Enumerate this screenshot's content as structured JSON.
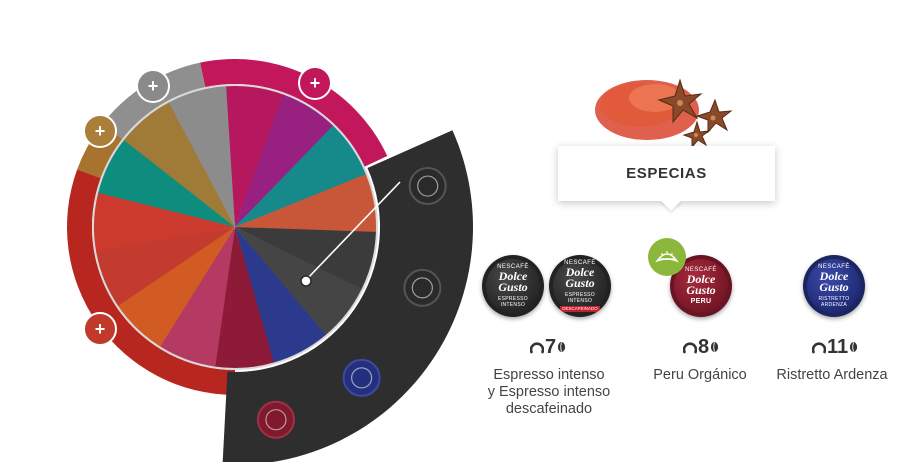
{
  "wheel": {
    "center": "center-dot",
    "add_buttons": [
      {
        "name": "add-button-gray",
        "label": "+",
        "color": "#8a8a8a"
      },
      {
        "name": "add-button-ochre",
        "label": "+",
        "color": "#a97f3a"
      },
      {
        "name": "add-button-magenta",
        "label": "+",
        "color": "#c2185b"
      },
      {
        "name": "add-button-red",
        "label": "+",
        "color": "#c0392b"
      }
    ],
    "outer_ring_colors": {
      "magenta": "#c2185b",
      "red": "#b8271f",
      "gray": "#8f8f8f",
      "ochre": "#a8732e"
    },
    "segment_colors": [
      "#b5185e",
      "#982080",
      "#16898b",
      "#c8573a",
      "#3b3b3b",
      "#454545",
      "#2b3a8c",
      "#8d1a36",
      "#b53a63",
      "#d25a23",
      "#c23b2e",
      "#cc3a2e",
      "#0e8c7e",
      "#a07a37",
      "#8c8c8c"
    ],
    "drawer_color": "#2e2e2e"
  },
  "selected_category": {
    "image_icon": "spice-image",
    "tooltip_title": "ESPECIAS"
  },
  "products": [
    {
      "id": "espresso",
      "capsules": [
        {
          "brand": "NESCAFÉ",
          "logo_line1": "Dolce",
          "logo_line2": "Gusto",
          "variant_line1": "ESPRESSO",
          "variant_line2": "INTENSO",
          "tag": ""
        },
        {
          "brand": "NESCAFÉ",
          "logo_line1": "Dolce",
          "logo_line2": "Gusto",
          "variant_line1": "ESPRESSO",
          "variant_line2": "INTENSO",
          "tag": "DESCAFEINADO"
        }
      ],
      "intensity": "7",
      "name_lines": [
        "Espresso intenso",
        "y Espresso intenso",
        "descafeinado"
      ]
    },
    {
      "id": "peru",
      "capsules": [
        {
          "brand": "NESCAFÉ",
          "logo_line1": "Dolce",
          "logo_line2": "Gusto",
          "variant_line1": "PERU",
          "variant_line2": "",
          "tag": ""
        }
      ],
      "intensity": "8",
      "organic_icon": "organic-leaf-icon",
      "name_lines": [
        "Peru Orgánico"
      ]
    },
    {
      "id": "ristretto",
      "capsules": [
        {
          "brand": "NESCAFÉ",
          "logo_line1": "Dolce",
          "logo_line2": "Gusto",
          "variant_line1": "RISTRETTO",
          "variant_line2": "ARDENZA",
          "tag": ""
        }
      ],
      "intensity": "11",
      "name_lines": [
        "Ristretto Ardenza"
      ]
    }
  ]
}
